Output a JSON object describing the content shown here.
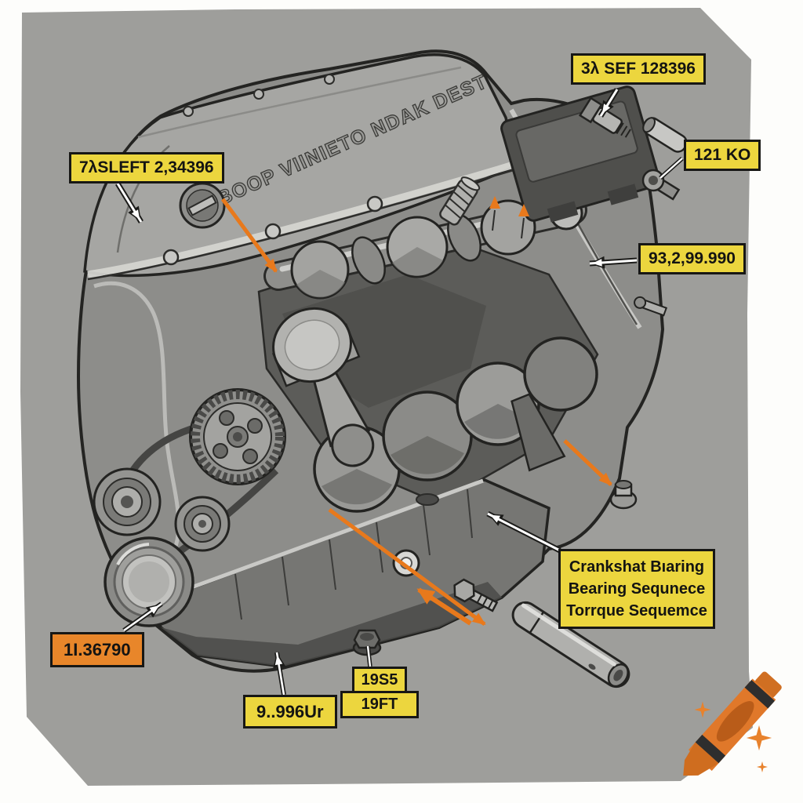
{
  "engine": {
    "cover_text": "BOOP VIINIETO NDAK DEST"
  },
  "labels": {
    "sensor": {
      "text": "3λ SEF 128396"
    },
    "torque": {
      "text": "121 KO"
    },
    "gasket": {
      "text": "93,2,99.990"
    },
    "cover": {
      "text": "7λSLEFT 2,34396"
    },
    "seal": {
      "text": "1I.36790"
    },
    "pan": {
      "text": "9..996Ur"
    },
    "nut": {
      "line1": "19S5",
      "line2": "19FT"
    },
    "crank": {
      "line1": "Crankshat Bıaring",
      "line2": "Bearing Sequnece",
      "line3": "Torrque Sequemce"
    }
  },
  "colors": {
    "paper": "#9e9e9b",
    "label_yellow": "#ecd63e",
    "label_orange": "#e8862a",
    "arrow_orange": "#e8791c",
    "line_art": "#242422",
    "crayon_orange": "#e0782a"
  },
  "icons": {
    "watermark": "crayon-icon"
  }
}
